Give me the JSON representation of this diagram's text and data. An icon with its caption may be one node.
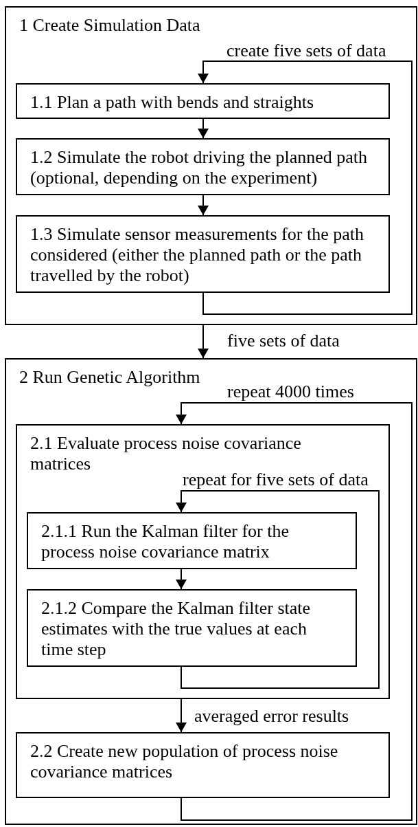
{
  "diagram": {
    "nodes": [
      {
        "text": [
          "1 Create Simulation Data"
        ]
      },
      {
        "text": [
          "1.1 Plan a path with bends and straights"
        ],
        "in": 0
      },
      {
        "text": [
          "1.2 Simulate the robot driving the planned path (optional, depending on the experiment)"
        ],
        "in": 0
      },
      {
        "text": [
          "1.3 Simulate sensor measurements for the path considered (either the planned path or the path travelled by the robot)"
        ],
        "in": 0
      },
      {
        "text": [
          "2 Run Genetic Algorithm"
        ]
      },
      {
        "text": [
          "2.1 Evaluate process noise covariance matrices"
        ],
        "in": 4
      },
      {
        "text": [
          "2.1.1 Run the Kalman filter for the process noise covariance matrix"
        ],
        "in": 5
      },
      {
        "text": [
          "2.1.2 Compare the Kalman filter state estimates with the true values at each time step"
        ],
        "in": 5
      },
      {
        "text": [
          "2.2 Create new population of process noise covariance matrices"
        ],
        "in": 4
      }
    ],
    "edges": [
      {
        "from": 1,
        "to": 2,
        "arrow": "to"
      },
      {
        "from": 2,
        "to": 3,
        "arrow": "to"
      },
      {
        "from": 3,
        "to": 1,
        "arrow": "to",
        "label": "create five sets of data"
      },
      {
        "from": 0,
        "to": 4,
        "arrow": "to",
        "label": "five sets of data"
      },
      {
        "from": 6,
        "to": 7,
        "arrow": "to"
      },
      {
        "from": 7,
        "to": 6,
        "arrow": "to",
        "label": "repeat for five sets of data"
      },
      {
        "from": 5,
        "to": 8,
        "arrow": "to",
        "label": "averaged error results"
      },
      {
        "from": 8,
        "to": 5,
        "arrow": "to",
        "label": "repeat 4000 times"
      }
    ]
  }
}
